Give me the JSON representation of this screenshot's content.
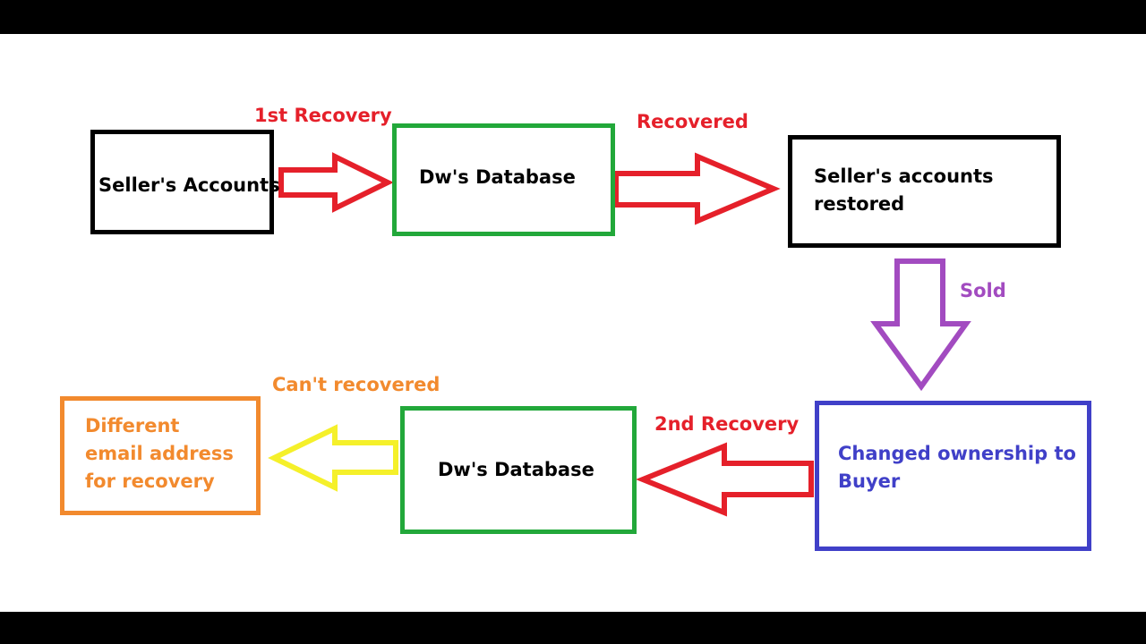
{
  "colors": {
    "frame": "#000000",
    "background": "#ffffff",
    "black": "#000000",
    "green": "#22a83a",
    "red": "#e5202a",
    "purple": "#a24bc0",
    "blue": "#4040c8",
    "orange": "#f28a2e",
    "yellow": "#f5f02a"
  },
  "nodes": {
    "sellers_accounts": "Seller's Accounts",
    "dw_database_top": "Dw's Database",
    "sellers_accounts_restored": "Seller's accounts\nrestored",
    "changed_ownership": "Changed ownership to\nBuyer",
    "dw_database_bottom": "Dw's Database",
    "different_email": "Different\nemail address\nfor recovery"
  },
  "edges": {
    "first_recovery": "1st Recovery",
    "recovered": "Recovered",
    "sold": "Sold",
    "second_recovery": "2nd Recovery",
    "cant_recovered": "Can't recovered"
  }
}
